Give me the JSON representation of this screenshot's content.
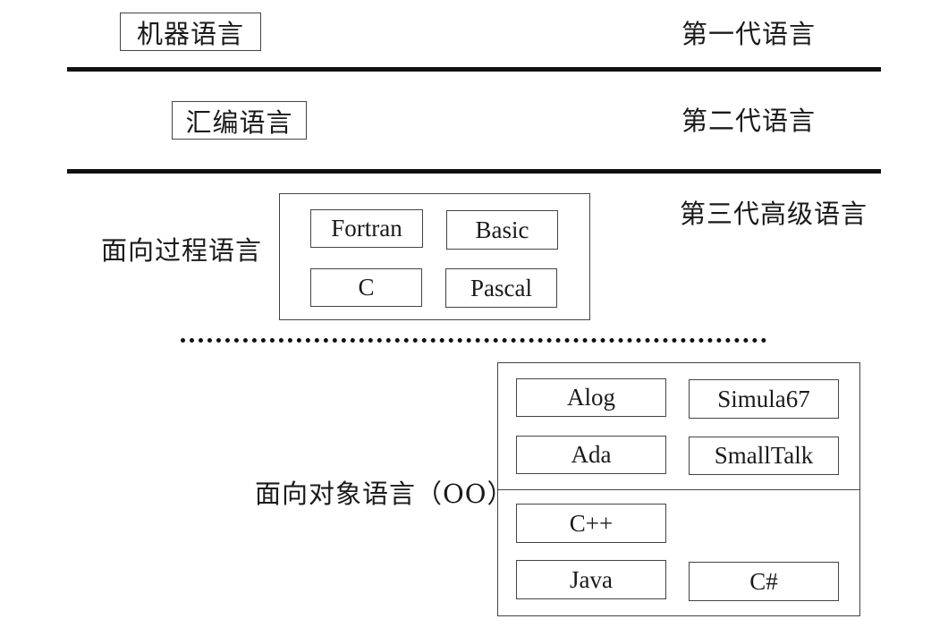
{
  "generations": {
    "first": {
      "box_label": "机器语言",
      "label": "第一代语言"
    },
    "second": {
      "box_label": "汇编语言",
      "label": "第二代语言"
    },
    "third": {
      "label": "第三代高级语言"
    }
  },
  "procedural": {
    "label": "面向过程语言",
    "languages": [
      "Fortran",
      "Basic",
      "C",
      "Pascal"
    ]
  },
  "object_oriented": {
    "label": "面向对象语言（OO）",
    "group_a": [
      "Alog",
      "Simula67",
      "Ada",
      "SmallTalk"
    ],
    "group_b": [
      "C++",
      "Java",
      "C#"
    ]
  }
}
